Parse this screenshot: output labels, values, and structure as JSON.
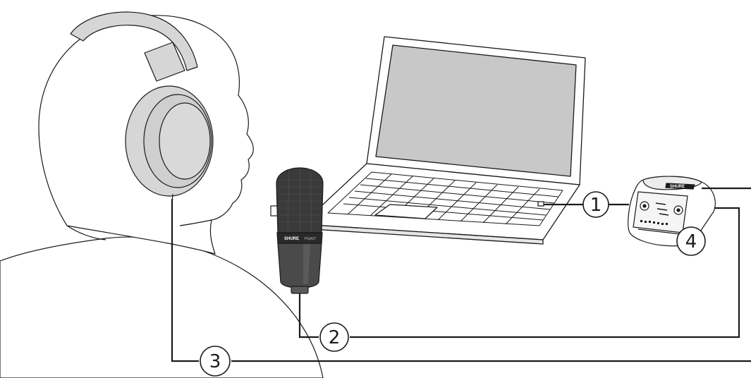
{
  "callouts": {
    "usb_cable": "1",
    "mic_cable": "2",
    "headphone_cable": "3",
    "interface": "4"
  },
  "microphone": {
    "brand": "SHURE",
    "model": "PGA27"
  },
  "interface": {
    "brand": "SHURE"
  },
  "icons": {
    "microphone": "microphone-icon",
    "headphones": "headphones-icon"
  },
  "colors": {
    "line": "#1a1a1a",
    "device_gray": "#d6d6d6",
    "screen_gray": "#c8c8c8",
    "mic_dark": "#3a3a3a"
  }
}
